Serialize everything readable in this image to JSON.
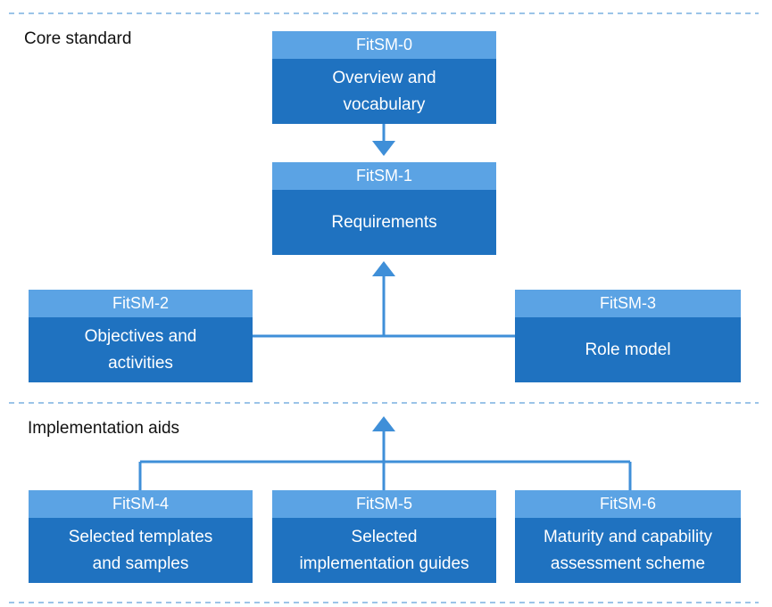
{
  "colors": {
    "header": "#5ba3e4",
    "body": "#1f72c0",
    "connector": "#3f8fd8",
    "divider": "#7ab0e0"
  },
  "sections": {
    "core": "Core standard",
    "aids": "Implementation aids"
  },
  "boxes": {
    "fitsm0": {
      "title": "FitSM-0",
      "line1": "Overview and",
      "line2": "vocabulary"
    },
    "fitsm1": {
      "title": "FitSM-1",
      "line1": "Requirements"
    },
    "fitsm2": {
      "title": "FitSM-2",
      "line1": "Objectives and",
      "line2": "activities"
    },
    "fitsm3": {
      "title": "FitSM-3",
      "line1": "Role model"
    },
    "fitsm4": {
      "title": "FitSM-4",
      "line1": "Selected templates",
      "line2": "and samples"
    },
    "fitsm5": {
      "title": "FitSM-5",
      "line1": "Selected",
      "line2": "implementation guides"
    },
    "fitsm6": {
      "title": "FitSM-6",
      "line1": "Maturity and capability",
      "line2": "assessment scheme"
    }
  }
}
